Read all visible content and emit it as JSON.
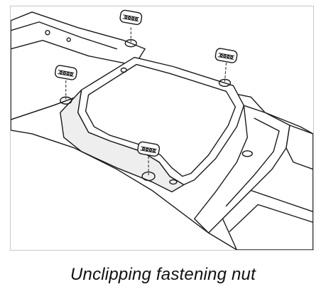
{
  "caption": "Unclipping fastening nut",
  "illustration": {
    "subject": "dashboard-frame-with-fastening-nuts",
    "nut_count": 4,
    "line_color": "#1a1a1a",
    "fill_color": "#ffffff",
    "shade_color": "#eeeeee"
  }
}
